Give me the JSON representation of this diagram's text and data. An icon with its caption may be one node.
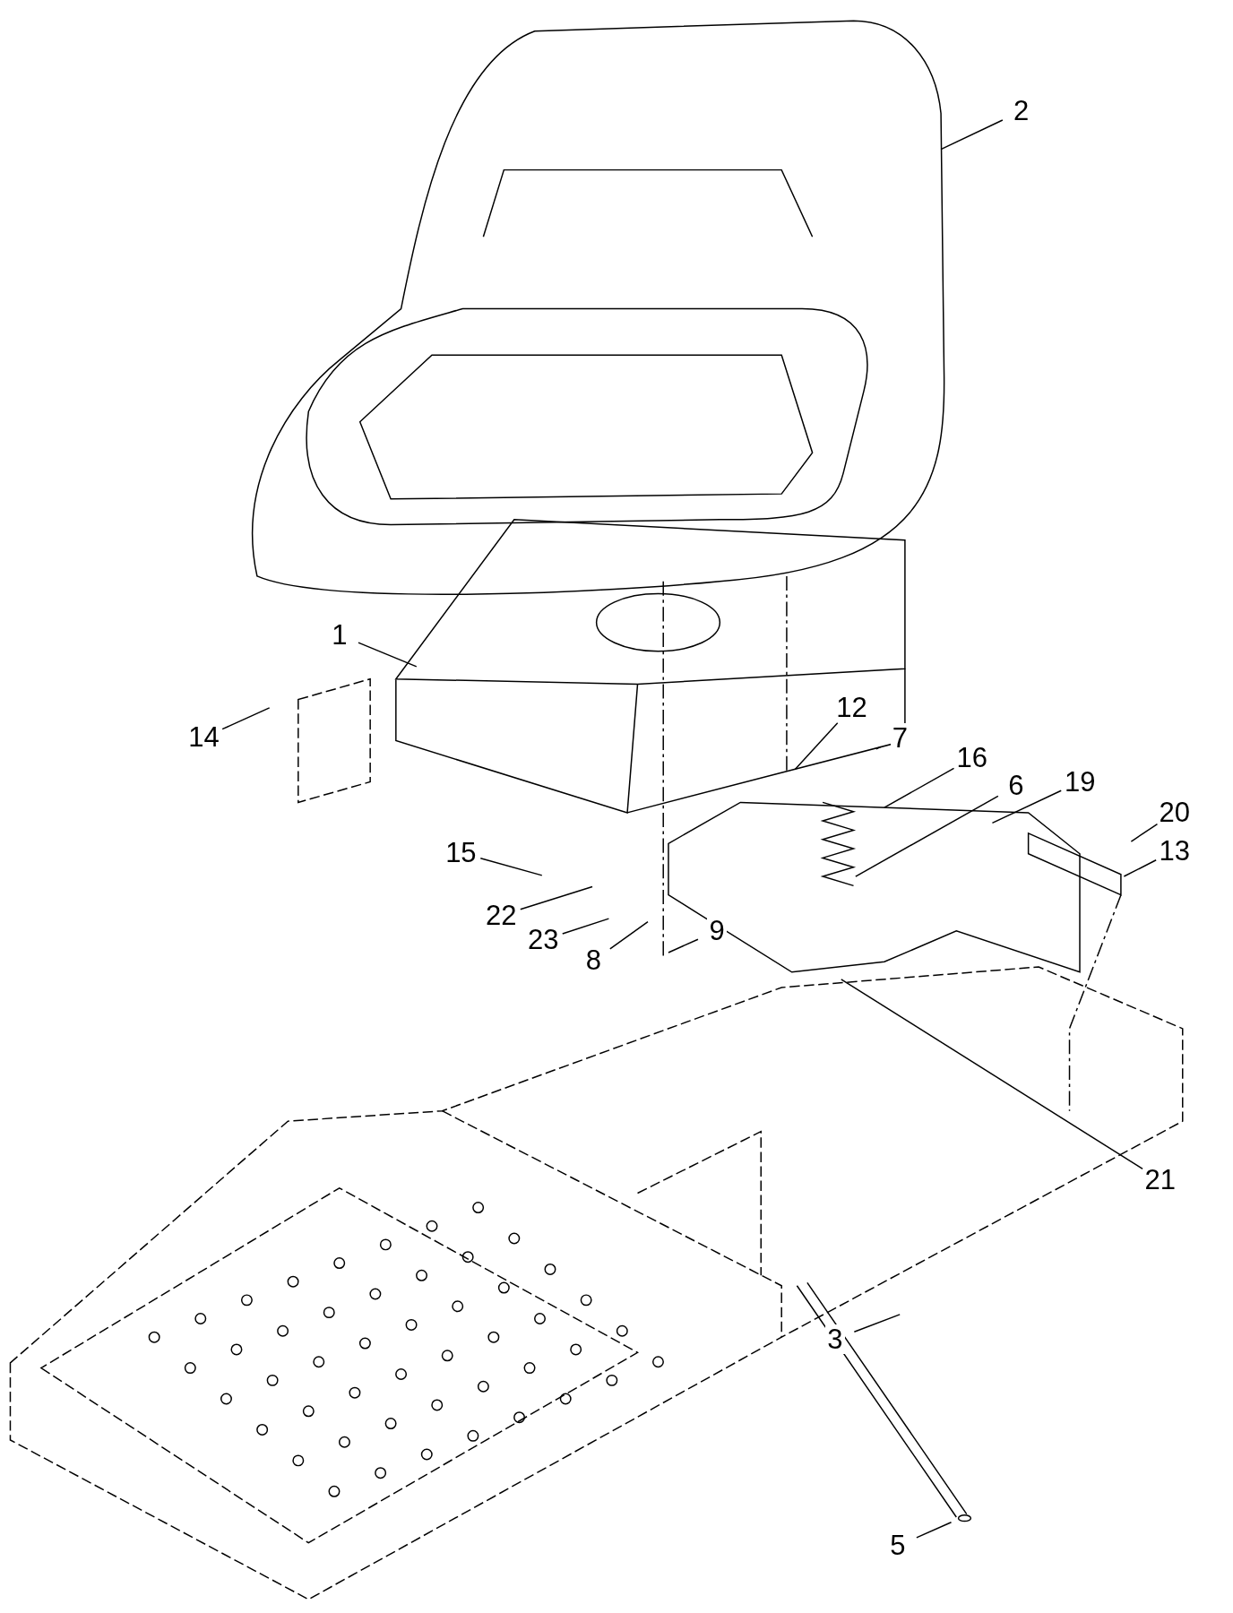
{
  "diagram": {
    "nodes": [
      {
        "text": [
          "2"
        ]
      },
      {
        "text": [
          "1"
        ]
      },
      {
        "text": [
          "12"
        ]
      },
      {
        "text": [
          "7"
        ]
      },
      {
        "text": [
          "14"
        ]
      },
      {
        "text": [
          "16"
        ]
      },
      {
        "text": [
          "6"
        ]
      },
      {
        "text": [
          "19"
        ]
      },
      {
        "text": [
          "20"
        ]
      },
      {
        "text": [
          "13"
        ]
      },
      {
        "text": [
          "15"
        ]
      },
      {
        "text": [
          "22"
        ]
      },
      {
        "text": [
          "23"
        ]
      },
      {
        "text": [
          "9"
        ]
      },
      {
        "text": [
          "8"
        ]
      },
      {
        "text": [
          "21"
        ]
      },
      {
        "text": [
          "3"
        ]
      },
      {
        "text": [
          "5"
        ]
      }
    ],
    "edges": [
      {
        "from": 0,
        "to": null,
        "arrow": "none"
      },
      {
        "from": 1,
        "to": null,
        "arrow": "none"
      },
      {
        "from": 2,
        "to": null,
        "arrow": "none"
      },
      {
        "from": 3,
        "to": null,
        "arrow": "none"
      },
      {
        "from": 4,
        "to": null,
        "arrow": "none"
      },
      {
        "from": 5,
        "to": null,
        "arrow": "none"
      },
      {
        "from": 6,
        "to": null,
        "arrow": "none"
      },
      {
        "from": 7,
        "to": null,
        "arrow": "none"
      },
      {
        "from": 8,
        "to": null,
        "arrow": "none"
      },
      {
        "from": 9,
        "to": null,
        "arrow": "none"
      },
      {
        "from": 10,
        "to": null,
        "arrow": "none"
      },
      {
        "from": 11,
        "to": null,
        "arrow": "none"
      },
      {
        "from": 12,
        "to": null,
        "arrow": "none"
      },
      {
        "from": 13,
        "to": null,
        "arrow": "none"
      },
      {
        "from": 14,
        "to": null,
        "arrow": "none"
      },
      {
        "from": 15,
        "to": null,
        "arrow": "none"
      },
      {
        "from": 16,
        "to": null,
        "arrow": "none"
      },
      {
        "from": 17,
        "to": null,
        "arrow": "none"
      }
    ]
  }
}
